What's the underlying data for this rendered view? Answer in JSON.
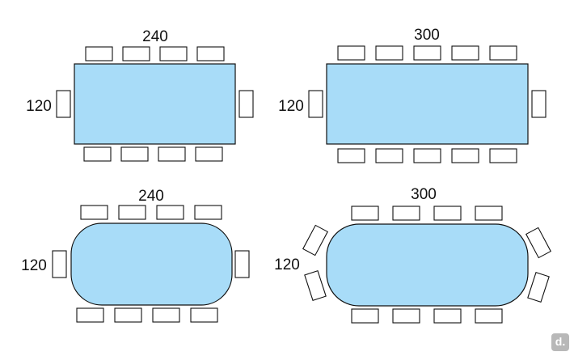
{
  "colors": {
    "table_fill": "#a8dcf8",
    "outline": "#111111",
    "chair_fill": "#ffffff"
  },
  "diagrams": [
    {
      "shape": "rectangular",
      "length": "240",
      "width": "120",
      "chairs_per_long_side": 4,
      "chairs_per_end": 1
    },
    {
      "shape": "rectangular",
      "length": "300",
      "width": "120",
      "chairs_per_long_side": 5,
      "chairs_per_end": 1
    },
    {
      "shape": "rounded",
      "length": "240",
      "width": "120",
      "chairs_per_long_side": 4,
      "chairs_per_end": 1
    },
    {
      "shape": "rounded",
      "length": "300",
      "width": "120",
      "chairs_per_long_side": 4,
      "chairs_per_end": 2
    }
  ],
  "logo": {
    "text": "d."
  }
}
